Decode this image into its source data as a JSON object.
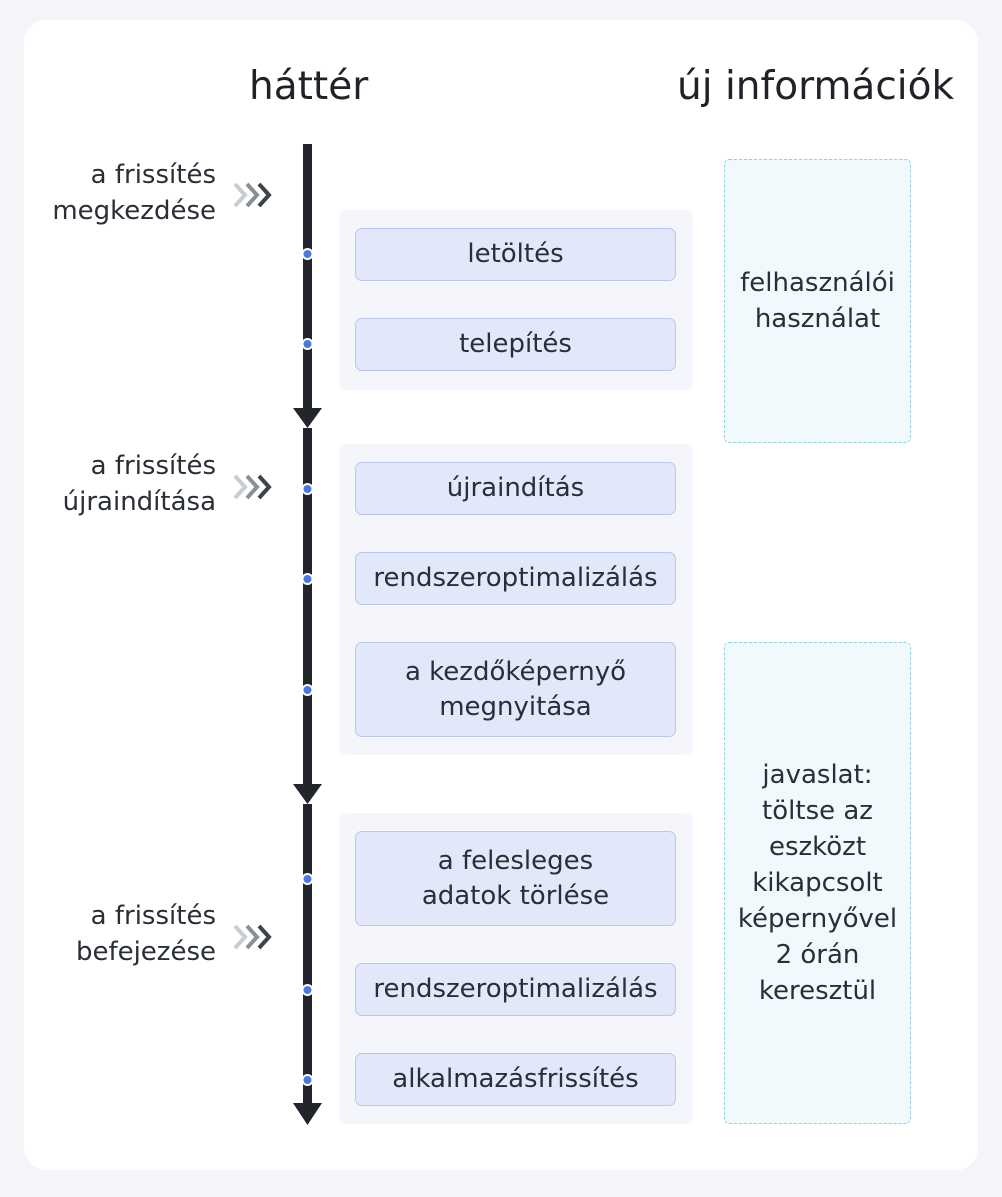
{
  "header": {
    "background_title": "háttér",
    "new_info_title": "új információk"
  },
  "stages": [
    {
      "label": "a frissítés\nmegkezdése"
    },
    {
      "label": "a frissítés\nújraindítása"
    },
    {
      "label": "a frissítés\nbefejezése"
    }
  ],
  "steps": [
    {
      "label": "letöltés"
    },
    {
      "label": "telepítés"
    },
    {
      "label": "újraindítás"
    },
    {
      "label": "rendszeroptimalizálás"
    },
    {
      "label": "a kezdőképernyő\nmegnyitása"
    },
    {
      "label": "a felesleges\nadatok törlése"
    },
    {
      "label": "rendszeroptimalizálás"
    },
    {
      "label": "alkalmazásfrissítés"
    }
  ],
  "notes": [
    {
      "text": "felhasználói\nhasználat"
    },
    {
      "text": "javaslat:\ntöltse az\neszközt\nkikapcsolt\nképernyővel\n2 órán\nkeresztül"
    }
  ],
  "colors": {
    "timeline": "#22252b",
    "dot": "#4a78e0",
    "chevron": "#4a4e56",
    "step_fill": "#e2e8fa",
    "note_border": "#8fd0e6"
  }
}
